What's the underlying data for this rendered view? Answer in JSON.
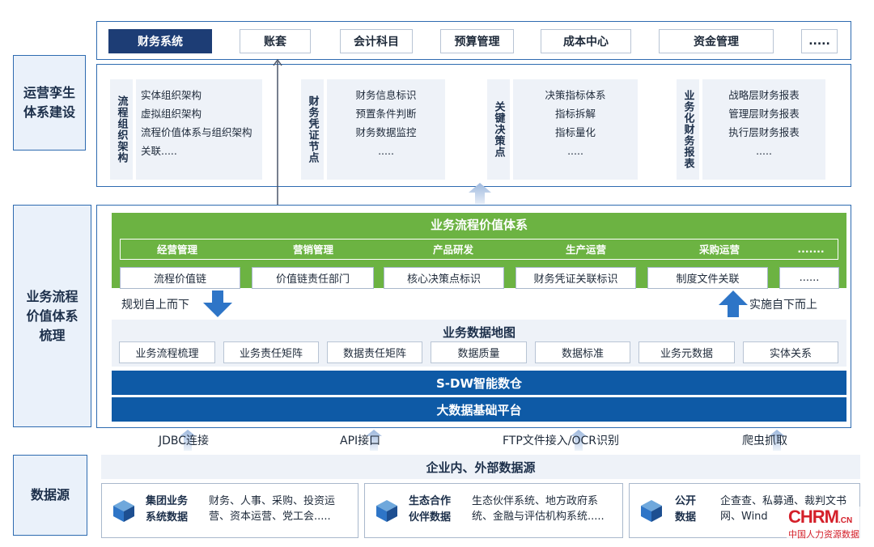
{
  "sidebar": {
    "ops_label": "运营孪生体系建设",
    "process_label": "业务流程价值体系梳理",
    "source_label": "数据源"
  },
  "nav": {
    "items": [
      "财务系统",
      "账套",
      "会计科目",
      "预算管理",
      "成本中心",
      "资金管理",
      "....."
    ]
  },
  "ops": [
    {
      "title": "流程组织架构",
      "lines": [
        "实体组织架构",
        "虚拟组织架构",
        "流程价值体系与组织架构",
        "关联....."
      ]
    },
    {
      "title": "财务凭证节点",
      "lines": [
        "财务信息标识",
        "预置条件判断",
        "财务数据监控",
        "....."
      ]
    },
    {
      "title": "关键决策点",
      "lines": [
        "决策指标体系",
        "指标拆解",
        "指标量化",
        "....."
      ]
    },
    {
      "title": "业务化财务报表",
      "lines": [
        "战略层财务报表",
        "管理层财务报表",
        "执行层财务报表",
        "....."
      ]
    }
  ],
  "value_system": {
    "title": "业务流程价值体系",
    "categories": [
      "经营管理",
      "营销管理",
      "产品研发",
      "生产运营",
      "采购运营",
      "......."
    ],
    "items": [
      "流程价值链",
      "价值链责任部门",
      "核心决策点标识",
      "财务凭证关联标识",
      "制度文件关联",
      "......"
    ]
  },
  "arrows": {
    "down_label": "规划自上而下",
    "up_label": "实施自下而上"
  },
  "data_map": {
    "title": "业务数据地图",
    "items": [
      "业务流程梳理",
      "业务责任矩阵",
      "数据责任矩阵",
      "数据质量",
      "数据标准",
      "业务元数据",
      "实体关系"
    ]
  },
  "platform": {
    "warehouse": "S-DW智能数仓",
    "bigdata": "大数据基础平台"
  },
  "connectors": [
    "JDBC连接",
    "API接口",
    "FTP文件接入/OCR识别",
    "爬虫抓取"
  ],
  "sources": {
    "header": "企业内、外部数据源",
    "boxes": [
      {
        "title": "集团业务系统数据",
        "text": "财务、人事、采购、投资运营、资本运营、党工会....."
      },
      {
        "title": "生态合作伙伴数据",
        "text": "生态伙伴系统、地方政府系统、金融与评估机构系统....."
      },
      {
        "title": "公开数据",
        "text": "企查查、私募通、裁判文书网、Wind"
      }
    ]
  },
  "watermark": {
    "brand": "CHRM",
    "suffix": ".CN",
    "tagline": "中国人力资源数据"
  },
  "colors": {
    "frame": "#2e6bb0",
    "nav_active": "#1d3d75",
    "green": "#6cb342",
    "blue": "#0e5aa6",
    "light_panel": "#eef2f8",
    "watermark_red": "#d4202a"
  }
}
